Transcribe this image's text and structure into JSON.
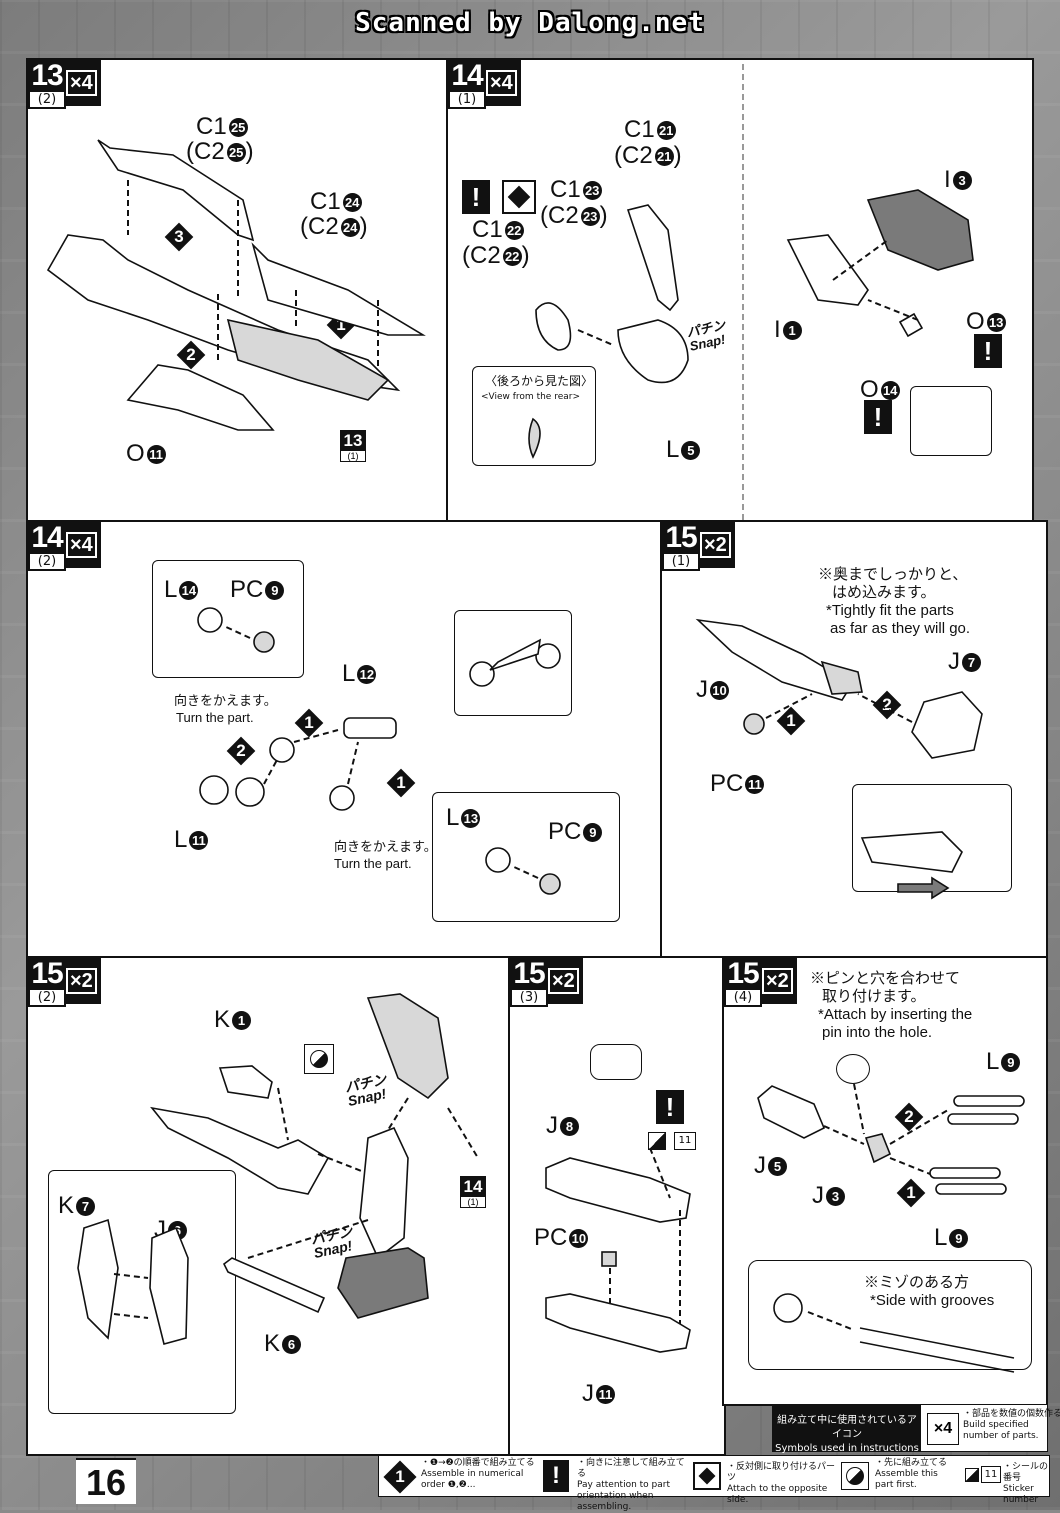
{
  "header": {
    "watermark": "Scanned by Dalong.net"
  },
  "page_number": "16",
  "panels": {
    "p1": {
      "step": "13",
      "sub": "(2)",
      "mult": "×4",
      "labels": {
        "c1_25": "C1",
        "c2_25": "(C2",
        "c1_24": "C1",
        "c2_24": "(C2",
        "o11": "O",
        "ref13": "13",
        "ref13sub": "(1)"
      },
      "nums": {
        "n25": "25",
        "n24": "24",
        "n11": "11",
        "close": ")"
      }
    },
    "p2": {
      "step": "14",
      "sub": "(1)",
      "mult": "×4",
      "labels": {
        "c1_21": "C1",
        "c2_21": "(C2",
        "c1_23": "C1",
        "c2_23": "(C2",
        "c1_22": "C1",
        "c2_22": "(C2",
        "l5": "L",
        "i3": "I",
        "i1": "I",
        "o13": "O",
        "o14": "O"
      },
      "nums": {
        "n21": "21",
        "n23": "23",
        "n22": "22",
        "n5": "5",
        "n3": "3",
        "n1": "1",
        "n13": "13",
        "n14": "14",
        "close": ")"
      },
      "view_jp": "〈後ろから見た図〉",
      "view_en": "<View from the rear>",
      "snap_jp": "パチン",
      "snap_en": "Snap!"
    },
    "p3": {
      "step": "14",
      "sub": "(2)",
      "mult": "×4",
      "labels": {
        "l14": "L",
        "pc9a": "PC",
        "l12": "L",
        "l11": "L",
        "l13": "L",
        "pc9b": "PC"
      },
      "nums": {
        "n14": "14",
        "n9": "9",
        "n12": "12",
        "n11": "11",
        "n13": "13"
      },
      "turn_jp": "向きをかえます。",
      "turn_en": "Turn the part."
    },
    "p4": {
      "step": "15",
      "sub": "(1)",
      "mult": "×2",
      "labels": {
        "j10": "J",
        "j7": "J",
        "pc11": "PC"
      },
      "nums": {
        "n10": "10",
        "n7": "7",
        "n11": "11"
      },
      "note_jp1": "※奥までしっかりと、",
      "note_jp2": "はめ込みます。",
      "note_en1": "*Tightly fit the parts",
      "note_en2": "as far as they will go."
    },
    "p5": {
      "step": "15",
      "sub": "(2)",
      "mult": "×2",
      "labels": {
        "k1": "K",
        "j6": "J",
        "k7": "K",
        "k6": "K",
        "ref14": "14",
        "ref14sub": "(1)"
      },
      "nums": {
        "n1": "1",
        "n6": "6",
        "n7": "7"
      },
      "snap_jp": "パチン",
      "snap_en": "Snap!"
    },
    "p6": {
      "step": "15",
      "sub": "(3)",
      "mult": "×2",
      "labels": {
        "j8": "J",
        "pc10": "PC",
        "j11": "J"
      },
      "nums": {
        "n8": "8",
        "n10": "10",
        "n11": "11",
        "sticker": "11"
      }
    },
    "p7": {
      "step": "15",
      "sub": "(4)",
      "mult": "×2",
      "labels": {
        "l9a": "L",
        "j5": "J",
        "j3": "J",
        "l9b": "L"
      },
      "nums": {
        "n9": "9",
        "n5": "5",
        "n3": "3"
      },
      "note_jp1": "※ピンと穴を合わせて",
      "note_jp2": "取り付けます。",
      "note_en1": "*Attach by inserting the",
      "note_en2": "pin into the hole.",
      "groove_jp": "※ミゾのある方",
      "groove_en": "*Side with grooves"
    }
  },
  "legend": {
    "title_jp": "組み立て中に使用されているアイコン",
    "title_en": "Symbols used in instructions",
    "mult_icon": "×4",
    "mult_jp": "・部品を数値の個数作る",
    "mult_en1": "Build specified",
    "mult_en2": "number of parts.",
    "items": [
      {
        "jp": "・❶→❷の順番で組み立てる",
        "en1": "Assemble in numerical",
        "en2": "order ❶,❷..."
      },
      {
        "jp": "・向きに注意して組み立てる",
        "en1": "Pay attention to part",
        "en2": "orientation when assembling."
      },
      {
        "jp": "・反対側に取り付けるパーツ",
        "en1": "Attach to the opposite side.",
        "en2": ""
      },
      {
        "jp": "・先に組み立てる",
        "en1": "Assemble this",
        "en2": "part first."
      },
      {
        "jp": "・シールの番号",
        "en1": "Sticker number",
        "en2": ""
      }
    ],
    "sticker_icon": "11"
  }
}
